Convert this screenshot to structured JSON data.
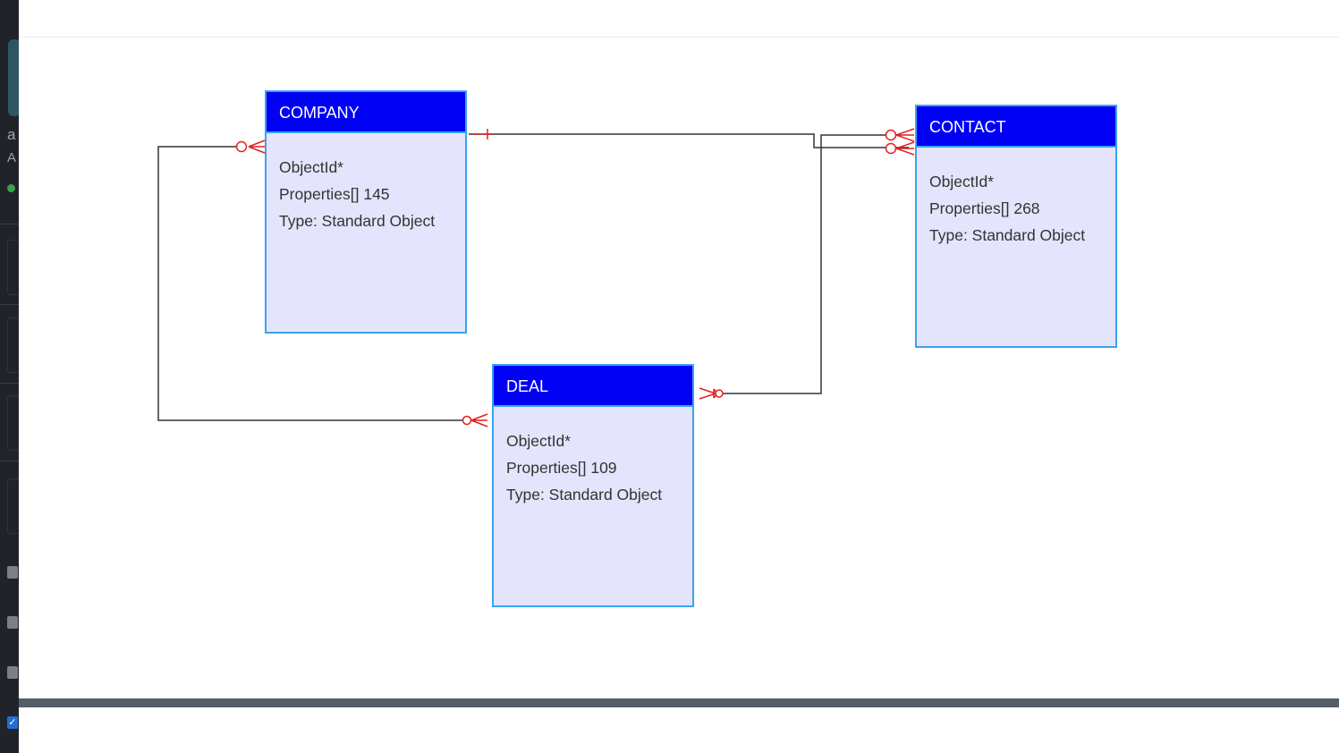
{
  "entities": {
    "company": {
      "name": "COMPANY",
      "rows": [
        "ObjectId*",
        "Properties[] 145",
        "Type: Standard Object"
      ]
    },
    "contact": {
      "name": "CONTACT",
      "rows": [
        "ObjectId*",
        "Properties[] 268",
        "Type: Standard Object"
      ]
    },
    "deal": {
      "name": "DEAL",
      "rows": [
        "ObjectId*",
        "Properties[] 109",
        "Type: Standard Object"
      ]
    }
  },
  "relationships": [
    {
      "from": "COMPANY",
      "from_end": "one",
      "to": "CONTACT",
      "to_end": "zero-or-many"
    },
    {
      "from": "DEAL",
      "from_end": "zero-or-many",
      "to": "CONTACT",
      "to_end": "zero-or-many"
    },
    {
      "from": "COMPANY",
      "from_end": "zero-or-many",
      "to": "DEAL",
      "to_end": "zero-or-many"
    }
  ],
  "colors": {
    "entity_header": "#0000f5",
    "entity_border": "#3aa3ef",
    "entity_body": "#e4e4fc",
    "connector_line": "#333333",
    "connector_marker": "#e02020"
  }
}
